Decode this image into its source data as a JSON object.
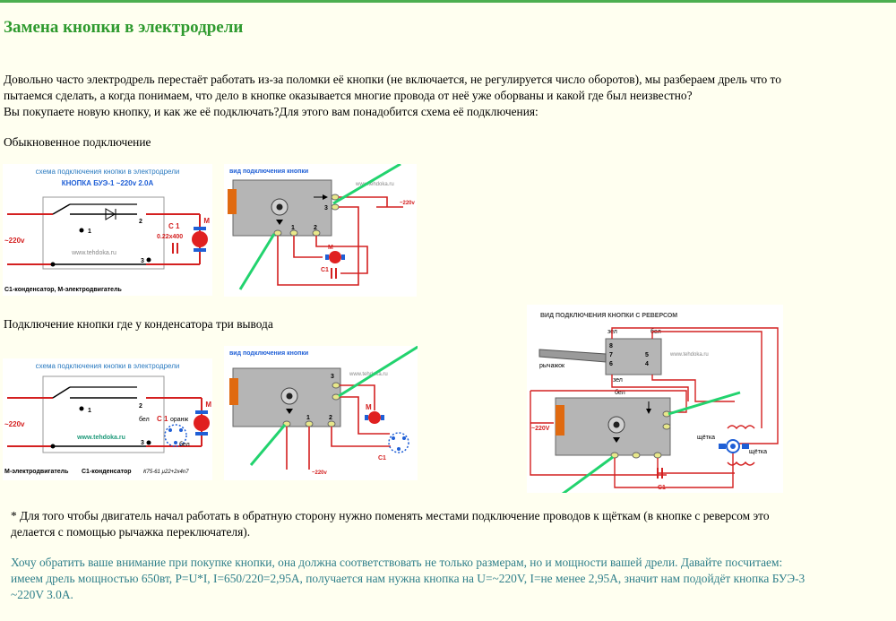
{
  "page": {
    "title": "Замена кнопки в электродрели",
    "intro_lines": [
      "Довольно часто электродрель перестаёт работать из-за поломки её кнопки (не включается, не регулируется число оборотов), мы разбераем дрель что то",
      "пытаемся сделать, а когда понимаем, что дело в кнопке оказывается многие провода от неё уже оборваны и какой где был неизвестно?",
      "Вы покупаете новую кнопку, и как же её подключать?Для этого вам понадобится схема её подключения:"
    ],
    "section1": "Обыкновенное подключение",
    "section2": "Подключение кнопки где у конденсатора три вывода",
    "note_lines": [
      "* Для того чтобы двигатель начал работать в обратную сторону нужно поменять местами подключение проводов к щёткам (в кнопке с реверсом это",
      "делается с помощью рычажка переключателя)."
    ],
    "footer_lines": [
      "Хочу обратить ваше внимание при покупке кнопки, она должна соответствовать не только размерам, но и мощности вашей дрели. Давайте посчитаем:",
      "имеем дрель мощностью 650вт, P=U*I, I=650/220=2,95A, получается нам нужна кнопка на U=~220V, I=не менее 2,95A, значит нам подойдёт кнопка БУЭ-3",
      "~220V 3.0A."
    ]
  },
  "diagrams": {
    "d1": {
      "title": "схема подключения кнопки в электродрели",
      "subtitle": "КНОПКА БУЭ-1 ~220v 2.0A",
      "voltage": "~220v",
      "site": "www.tehdoka.ru",
      "cap": "C 1",
      "cap_value": "0.22x400",
      "motor": "M",
      "caption": "С1-конденсатор, М-электродвигатель",
      "t1": "1",
      "t2": "2",
      "t3": "3"
    },
    "d2": {
      "title": "вид подключения кнопки",
      "site": "www.tehdoka.ru",
      "voltage": "~220v",
      "motor": "M",
      "cap": "C1",
      "t1": "1",
      "t2": "2",
      "t3": "3"
    },
    "d3": {
      "title": "схема подключения кнопки в электродрели",
      "voltage": "~220v",
      "site": "www.tehdoka.ru",
      "cap": "C 1",
      "orange": "оранж",
      "white1": "бел",
      "white2": "бел",
      "motor": "M",
      "caption1": "М-электродвигатель",
      "caption2": "С1-конденсатор",
      "caption3": "К75-61 µ22+2х4n7",
      "t1": "1",
      "t2": "2",
      "t3": "3"
    },
    "d4": {
      "title": "вид подключения кнопки",
      "site": "www.tehdoka.ru",
      "motor": "M",
      "cap": "C1",
      "voltage": "~220v",
      "t1": "1",
      "t2": "2",
      "t3": "3"
    },
    "d5": {
      "title": "ВИД ПОДКЛЮЧЕНИЯ КНОПКИ С РЕВЕРСОМ",
      "lever": "рычажок",
      "green_top": "зел",
      "white_top": "бел",
      "green_mid": "зел",
      "white_mid": "бел",
      "site": "www.tehdoka.ru",
      "voltage": "~220V",
      "brush1": "щётка",
      "brush2": "щётка",
      "cap": "C1",
      "n4": "4",
      "n5": "5",
      "n6": "6",
      "n7": "7",
      "n8": "8"
    }
  },
  "colors": {
    "title": "#2e9a2e",
    "muted": "#2f7f8a",
    "wire": "#d42020",
    "switch": "#a0a0a0",
    "arrow": "#22d36e",
    "cap_text": "#d42020",
    "label_blue": "#1f5fd6"
  }
}
